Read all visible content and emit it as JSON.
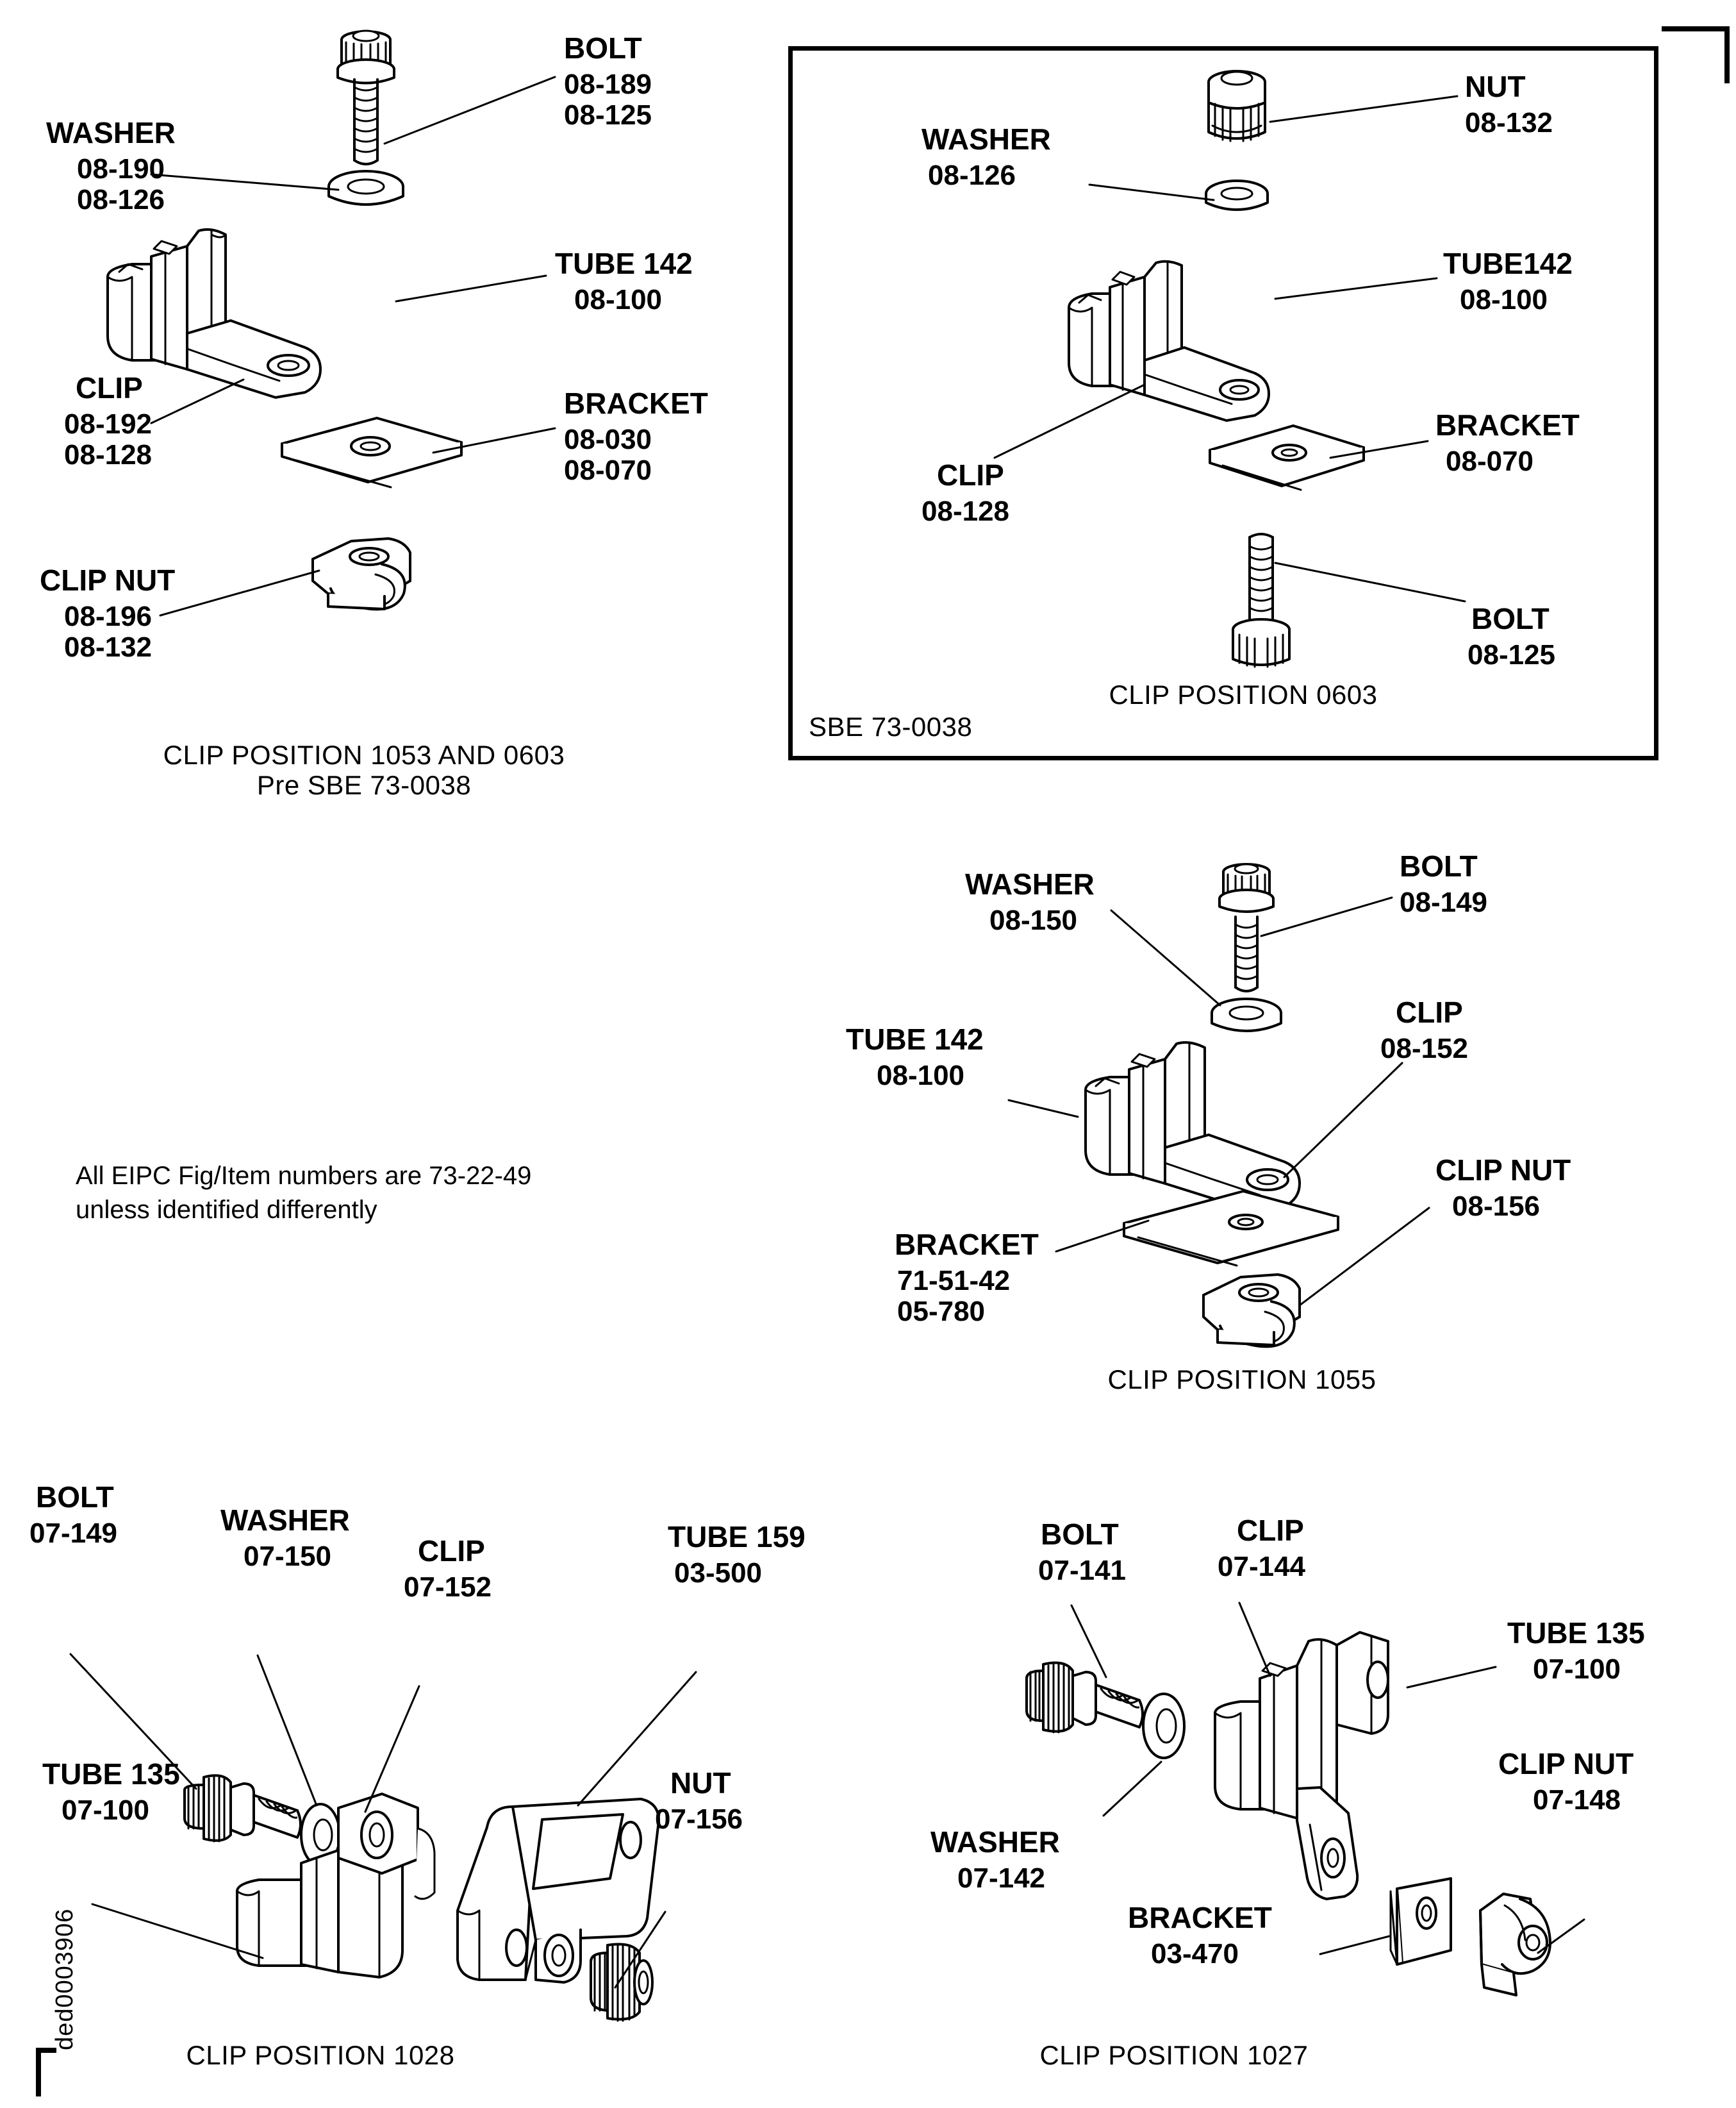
{
  "document": {
    "drawing_number": "ded0003906",
    "note": "All EIPC Fig/Item numbers are 73-22-49\nunless identified differently"
  },
  "panels": [
    {
      "id": "panel-1053-0603",
      "caption": "CLIP POSITION 1053 AND 0603\nPre SBE 73-0038",
      "boxed": false,
      "box_tag": "",
      "labels": [
        {
          "name": "bolt",
          "title": "BOLT",
          "numbers": "08-189\n08-125"
        },
        {
          "name": "washer",
          "title": "WASHER",
          "numbers": "08-190\n08-126"
        },
        {
          "name": "tube",
          "title": "TUBE 142",
          "numbers": "08-100"
        },
        {
          "name": "clip",
          "title": "CLIP",
          "numbers": "08-192\n08-128"
        },
        {
          "name": "bracket",
          "title": "BRACKET",
          "numbers": "08-030\n08-070"
        },
        {
          "name": "clip-nut",
          "title": "CLIP NUT",
          "numbers": "08-196\n08-132"
        }
      ]
    },
    {
      "id": "panel-0603",
      "caption": "CLIP POSITION 0603",
      "boxed": true,
      "box_tag": "SBE 73-0038",
      "labels": [
        {
          "name": "nut",
          "title": "NUT",
          "numbers": "08-132"
        },
        {
          "name": "washer",
          "title": "WASHER",
          "numbers": "08-126"
        },
        {
          "name": "tube",
          "title": "TUBE142",
          "numbers": "08-100"
        },
        {
          "name": "clip",
          "title": "CLIP",
          "numbers": "08-128"
        },
        {
          "name": "bracket",
          "title": "BRACKET",
          "numbers": "08-070"
        },
        {
          "name": "bolt",
          "title": "BOLT",
          "numbers": "08-125"
        }
      ]
    },
    {
      "id": "panel-1055",
      "caption": "CLIP POSITION 1055",
      "boxed": false,
      "box_tag": "",
      "labels": [
        {
          "name": "bolt",
          "title": "BOLT",
          "numbers": "08-149"
        },
        {
          "name": "washer",
          "title": "WASHER",
          "numbers": "08-150"
        },
        {
          "name": "tube",
          "title": "TUBE 142",
          "numbers": "08-100"
        },
        {
          "name": "clip",
          "title": "CLIP",
          "numbers": "08-152"
        },
        {
          "name": "clip-nut",
          "title": "CLIP NUT",
          "numbers": "08-156"
        },
        {
          "name": "bracket",
          "title": "BRACKET",
          "numbers": "71-51-42\n05-780"
        }
      ]
    },
    {
      "id": "panel-1028",
      "caption": "CLIP POSITION 1028",
      "boxed": false,
      "box_tag": "",
      "labels": [
        {
          "name": "bolt",
          "title": "BOLT",
          "numbers": "07-149"
        },
        {
          "name": "washer",
          "title": "WASHER",
          "numbers": "07-150"
        },
        {
          "name": "clip",
          "title": "CLIP",
          "numbers": "07-152"
        },
        {
          "name": "tube-159",
          "title": "TUBE 159",
          "numbers": "03-500"
        },
        {
          "name": "tube-135",
          "title": "TUBE 135",
          "numbers": "07-100"
        },
        {
          "name": "nut",
          "title": "NUT",
          "numbers": "07-156"
        }
      ]
    },
    {
      "id": "panel-1027",
      "caption": "CLIP POSITION 1027",
      "boxed": false,
      "box_tag": "",
      "labels": [
        {
          "name": "bolt",
          "title": "BOLT",
          "numbers": "07-141"
        },
        {
          "name": "clip",
          "title": "CLIP",
          "numbers": "07-144"
        },
        {
          "name": "tube-135",
          "title": "TUBE 135",
          "numbers": "07-100"
        },
        {
          "name": "clip-nut",
          "title": "CLIP NUT",
          "numbers": "07-148"
        },
        {
          "name": "washer",
          "title": "WASHER",
          "numbers": "07-142"
        },
        {
          "name": "bracket",
          "title": "BRACKET",
          "numbers": "03-470"
        }
      ]
    }
  ],
  "colors": {
    "ink": "#000000",
    "paper": "#ffffff"
  }
}
